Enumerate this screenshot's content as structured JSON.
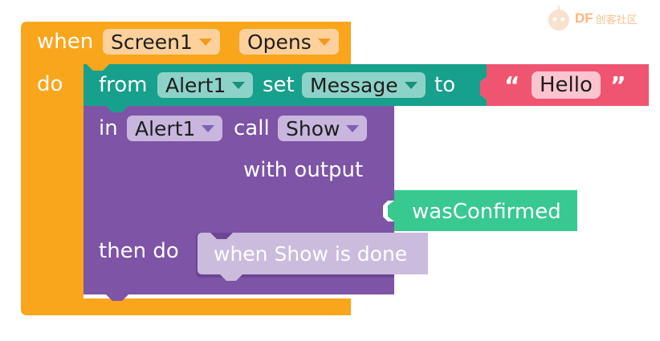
{
  "watermark": {
    "logo_text": "DF",
    "site_text": "创客社区"
  },
  "event_block": {
    "keyword_when": "when",
    "component": "Screen1",
    "event": "Opens",
    "keyword_do": "do",
    "color": "#f9a61c"
  },
  "setter_block": {
    "keyword_from": "from",
    "component": "Alert1",
    "keyword_set": "set",
    "property": "Message",
    "keyword_to": "to",
    "color": "#17a08c"
  },
  "text_block": {
    "open_quote": "“",
    "value": "Hello",
    "close_quote": "”",
    "color": "#ef5571"
  },
  "call_block": {
    "keyword_in": "in",
    "component": "Alert1",
    "keyword_call": "call",
    "method": "Show",
    "with_output": "with output",
    "then_do": "then do",
    "color": "#7e54a6"
  },
  "output_block": {
    "label": "wasConfirmed",
    "color": "#37c990"
  },
  "done_event_block": {
    "label": "when Show is done",
    "color": "#cbbcde"
  }
}
